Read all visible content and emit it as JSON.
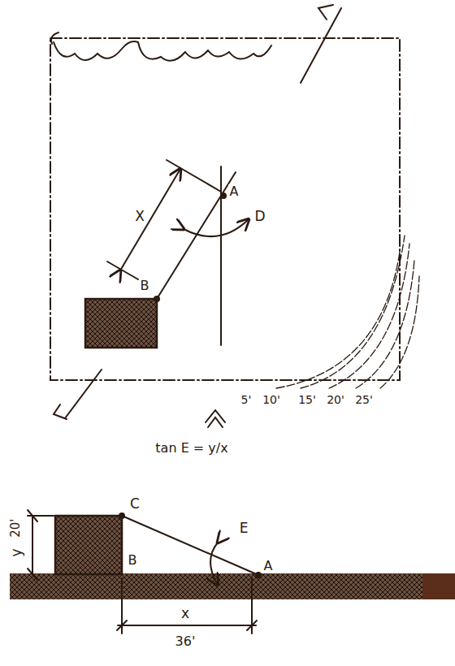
{
  "diagram": {
    "labels": [
      "X",
      "A",
      "D",
      "B",
      "5'",
      "10'",
      "15'",
      "20'",
      "25'",
      "tan E = y/x",
      "C",
      "E",
      "y",
      "20'",
      "B",
      "A",
      "x",
      "36'"
    ]
  }
}
